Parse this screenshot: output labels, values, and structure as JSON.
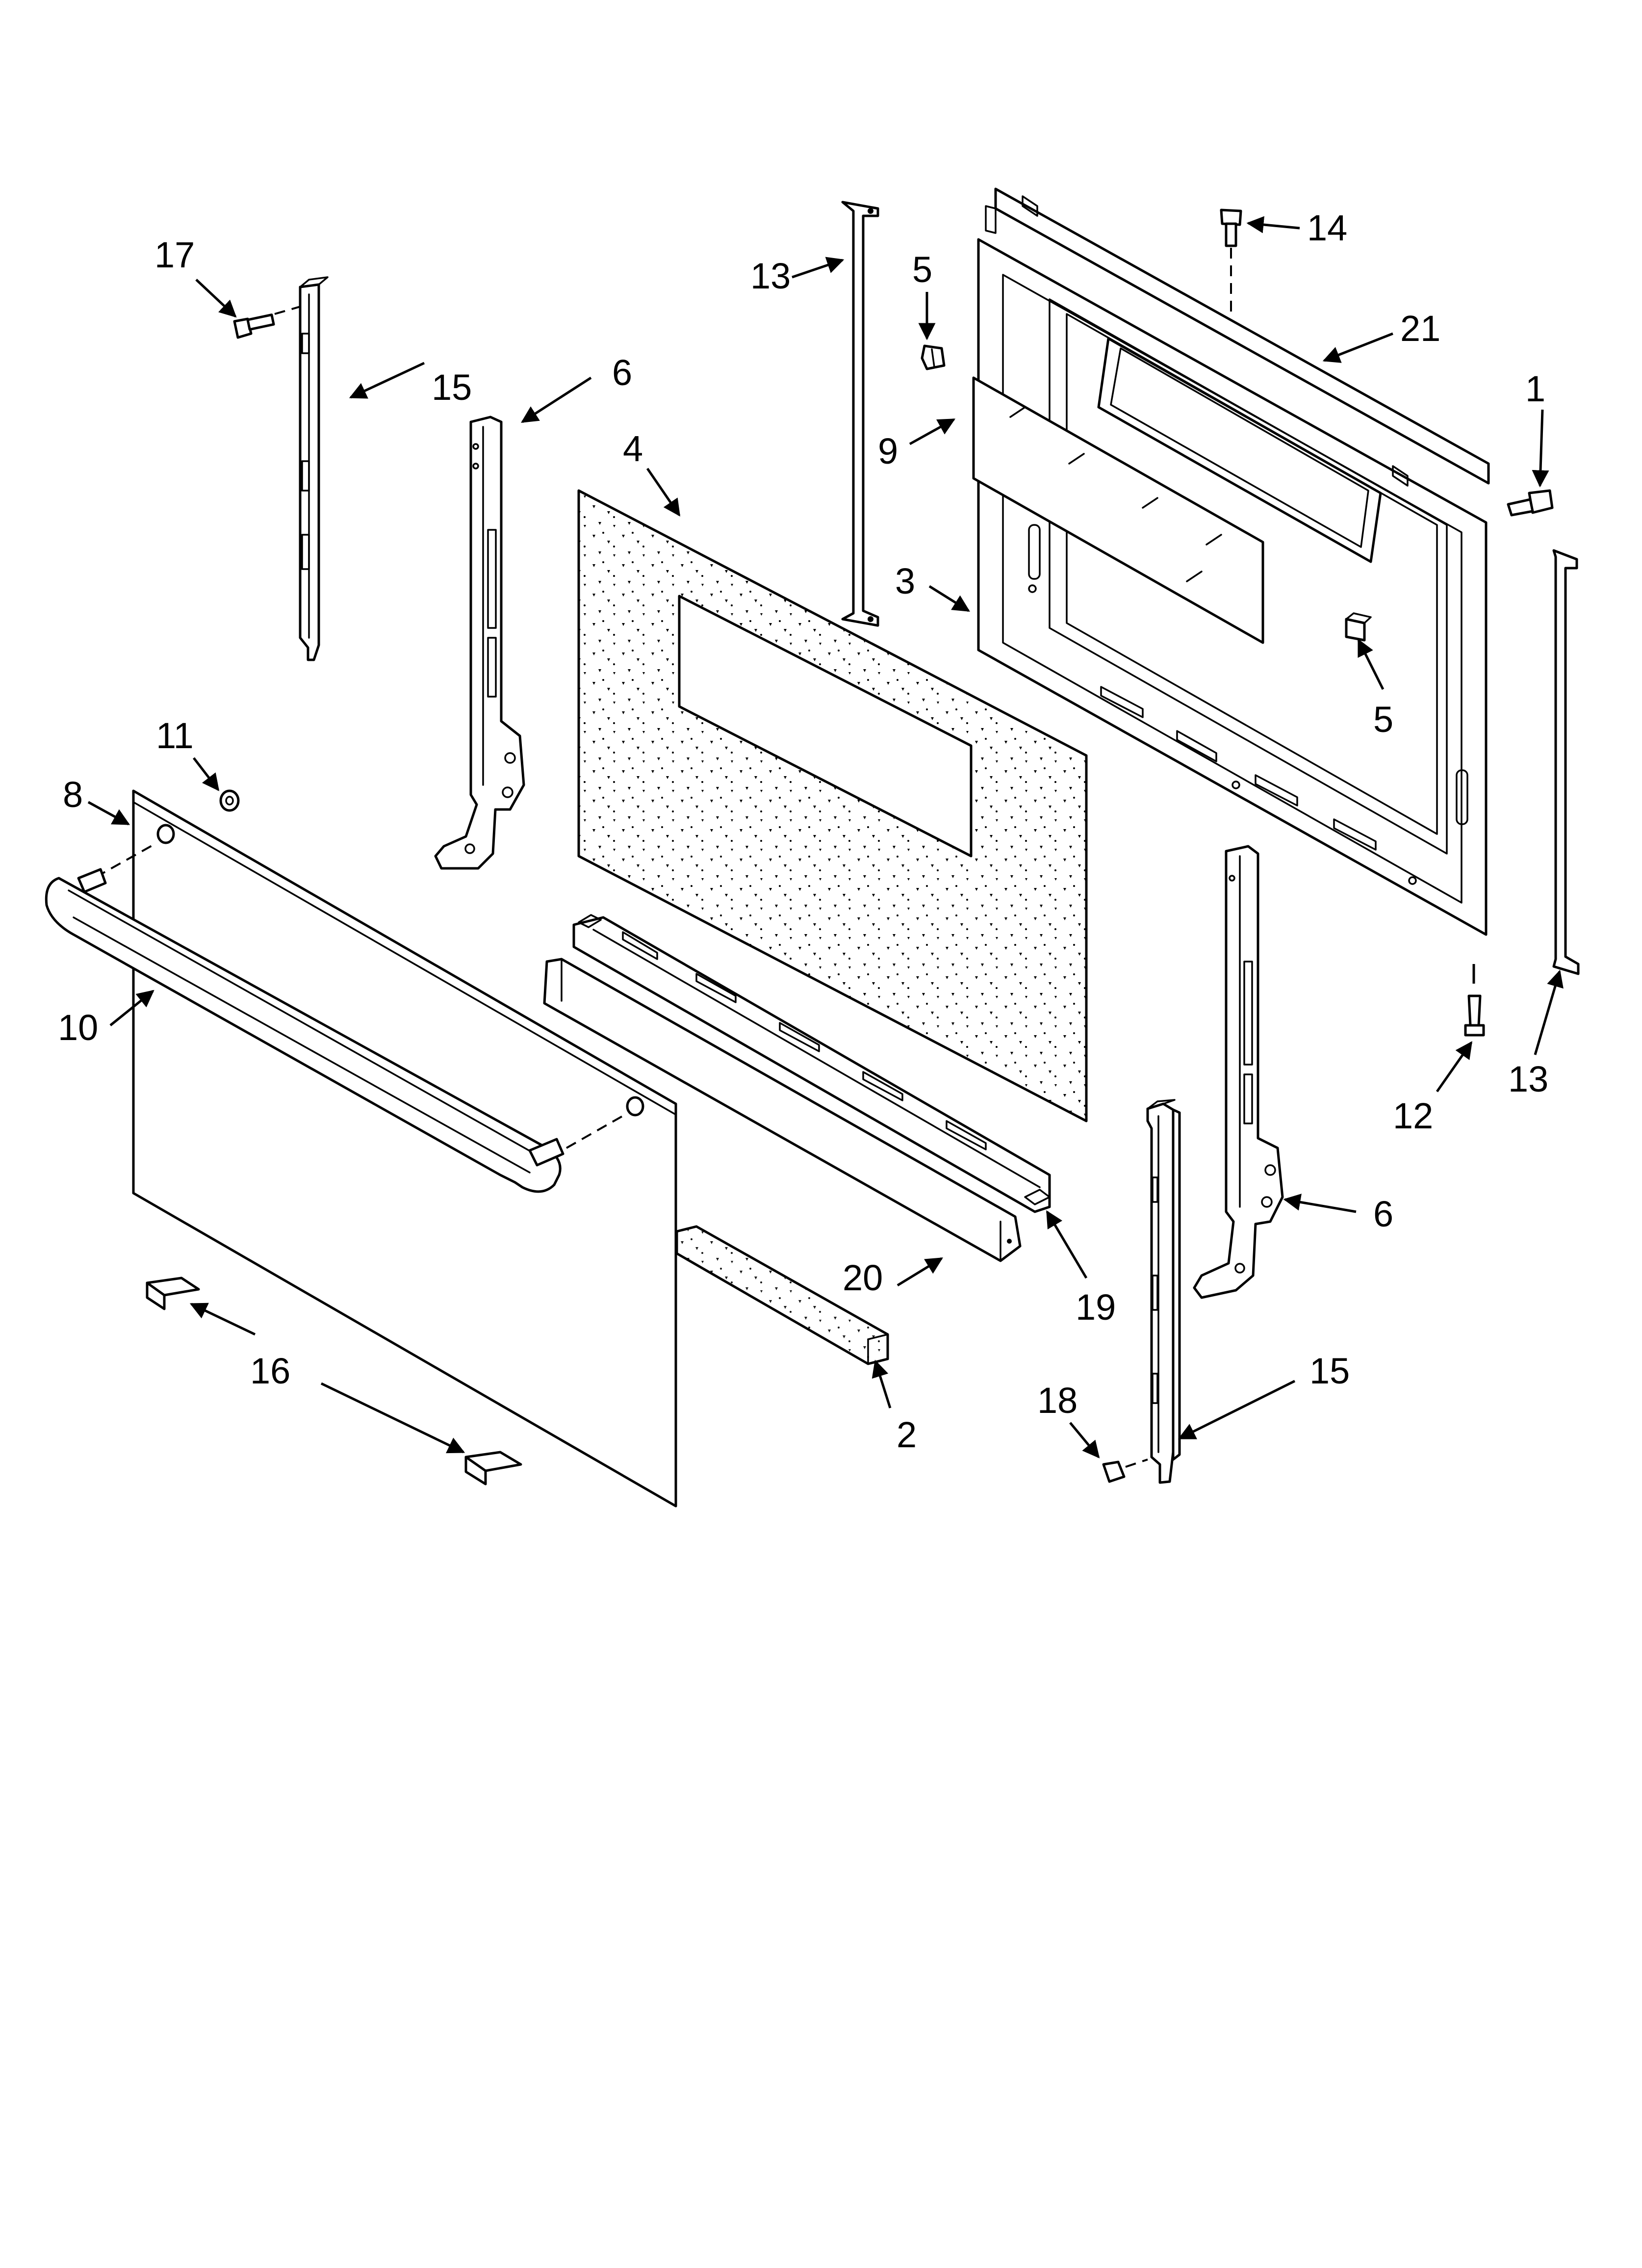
{
  "diagram": {
    "callouts": [
      {
        "id": "c17",
        "text": "17"
      },
      {
        "id": "c15a",
        "text": "15"
      },
      {
        "id": "c6a",
        "text": "6"
      },
      {
        "id": "c4",
        "text": "4"
      },
      {
        "id": "c13a",
        "text": "13"
      },
      {
        "id": "c5a",
        "text": "5"
      },
      {
        "id": "c14",
        "text": "14"
      },
      {
        "id": "c21",
        "text": "21"
      },
      {
        "id": "c1",
        "text": "1"
      },
      {
        "id": "c9",
        "text": "9"
      },
      {
        "id": "c3",
        "text": "3"
      },
      {
        "id": "c5b",
        "text": "5"
      },
      {
        "id": "c11",
        "text": "11"
      },
      {
        "id": "c8",
        "text": "8"
      },
      {
        "id": "c10",
        "text": "10"
      },
      {
        "id": "c12",
        "text": "12"
      },
      {
        "id": "c13b",
        "text": "13"
      },
      {
        "id": "c6b",
        "text": "6"
      },
      {
        "id": "c19",
        "text": "19"
      },
      {
        "id": "c20",
        "text": "20"
      },
      {
        "id": "c16",
        "text": "16"
      },
      {
        "id": "c2",
        "text": "2"
      },
      {
        "id": "c18",
        "text": "18"
      },
      {
        "id": "c15b",
        "text": "15"
      }
    ]
  }
}
